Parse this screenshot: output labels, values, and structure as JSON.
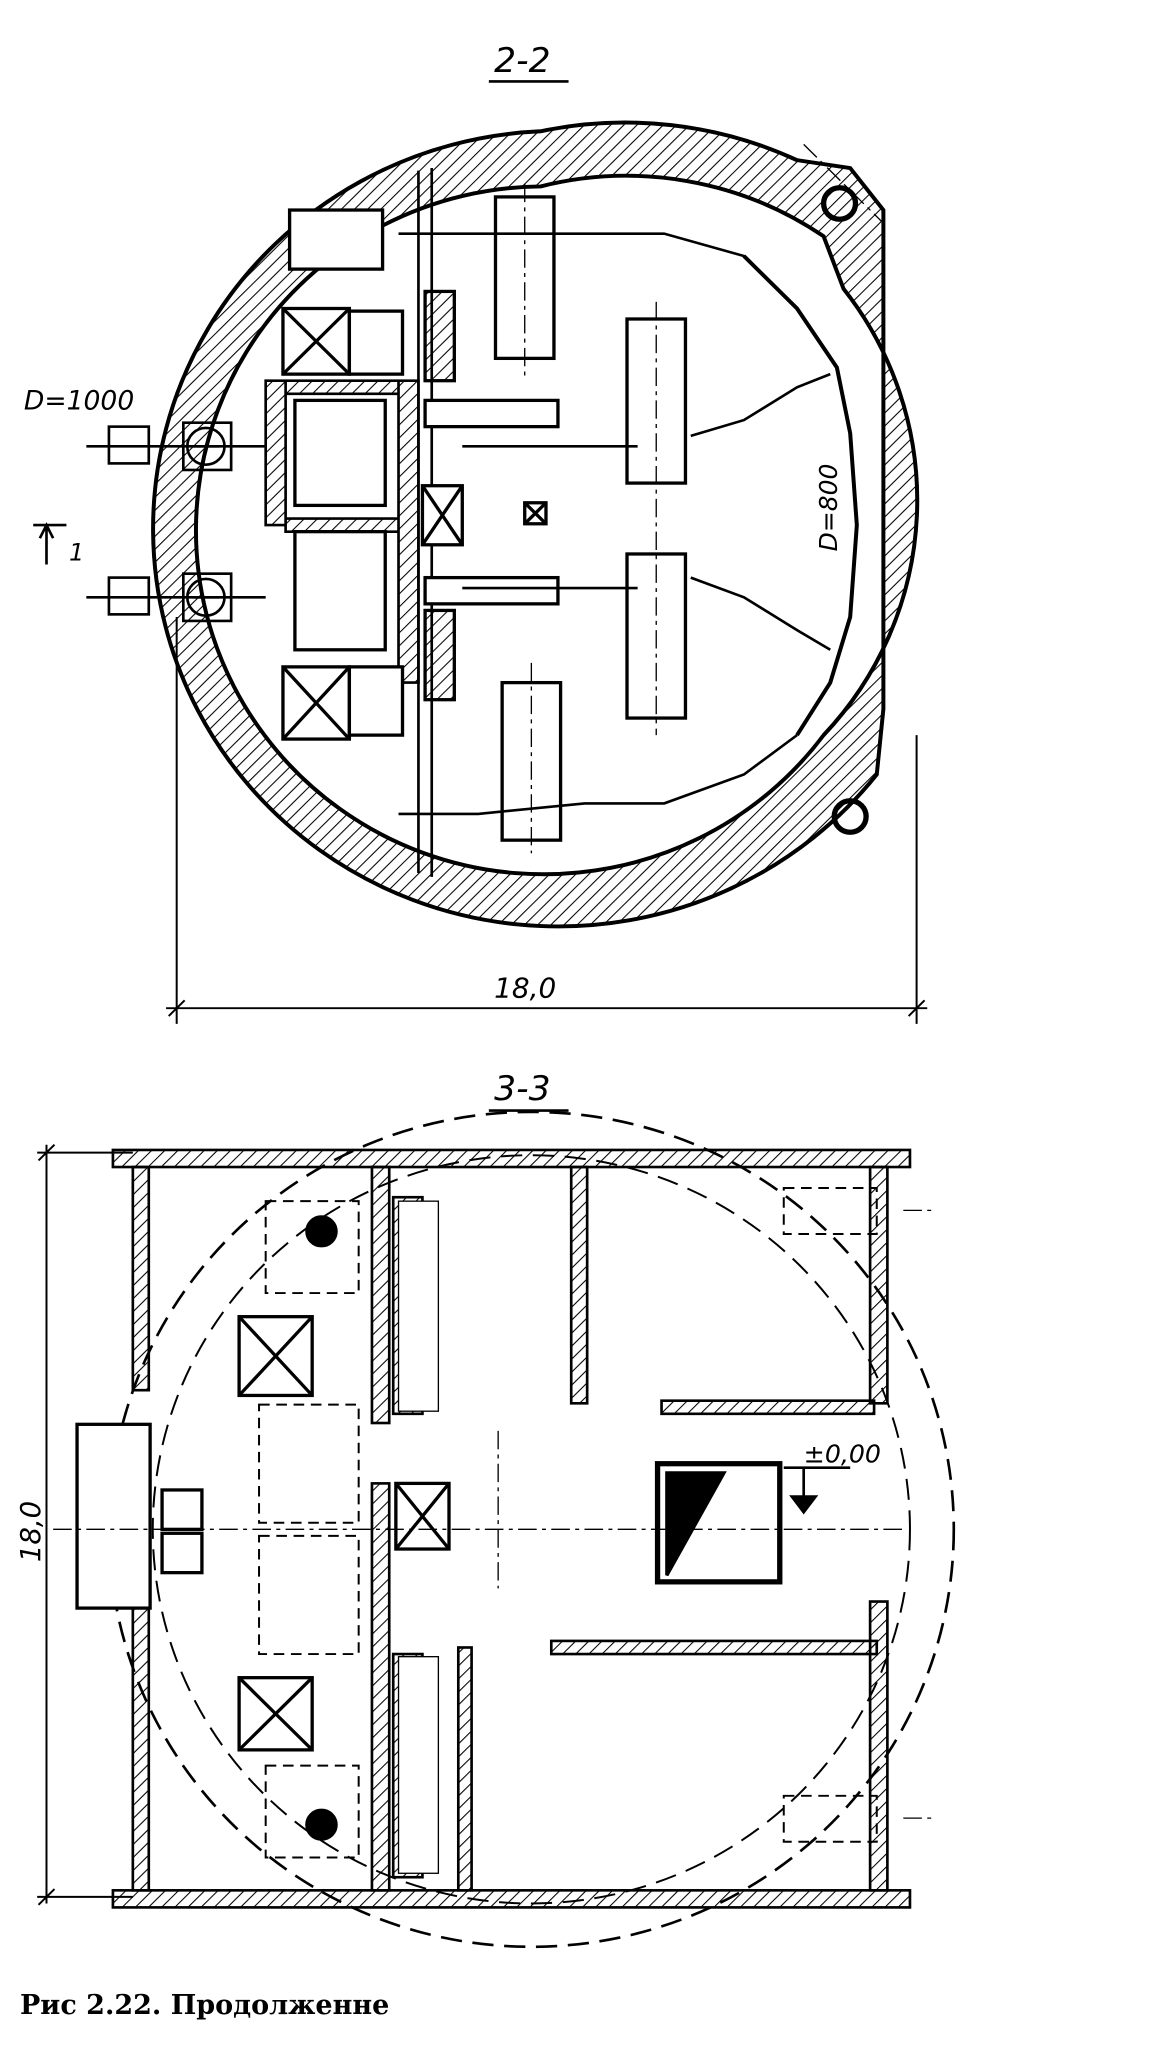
{
  "section_2_2": {
    "title": "2-2",
    "pipe_left_label": "D=1000",
    "pipe_right_label": "D=800",
    "section_mark": "1",
    "width_dimension": "18,0"
  },
  "section_3_3": {
    "title": "3-3",
    "height_dimension": "18,0",
    "level_mark": "±0,00"
  },
  "caption": "Рис  2.22. Продолженне",
  "colors": {
    "ink": "#000000",
    "paper": "#ffffff"
  }
}
